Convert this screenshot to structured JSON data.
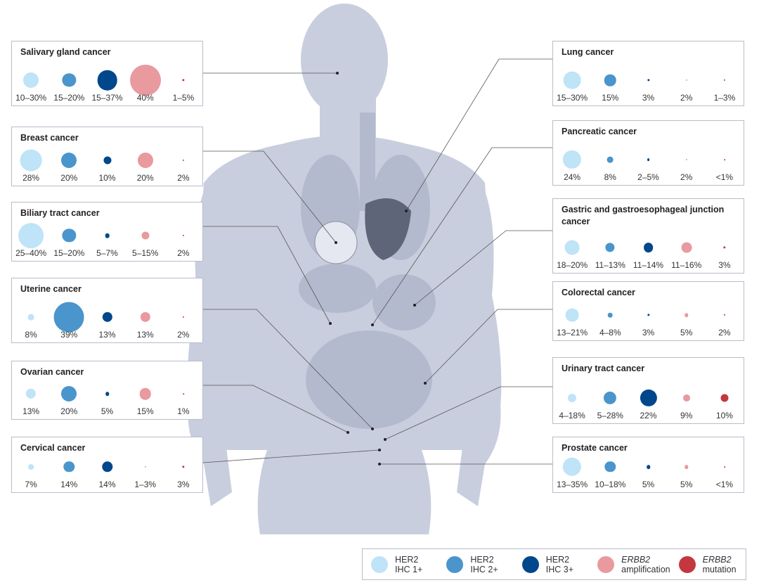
{
  "colors": {
    "ihc1": "#bfe3f7",
    "ihc2": "#4a95cc",
    "ihc3": "#00478c",
    "amp": "#e89a9e",
    "mut": "#c4373e",
    "body": "#c9cede",
    "border": "#b9bccb"
  },
  "left": [
    {
      "title": "Salivary gland cancer",
      "values": [
        "10–30%",
        "15–20%",
        "15–37%",
        "40%",
        "1–5%"
      ]
    },
    {
      "title": "Breast cancer",
      "values": [
        "28%",
        "20%",
        "10%",
        "20%",
        "2%"
      ]
    },
    {
      "title": "Biliary tract cancer",
      "values": [
        "25–40%",
        "15–20%",
        "5–7%",
        "5–15%",
        "2%"
      ]
    },
    {
      "title": "Uterine cancer",
      "values": [
        "8%",
        "39%",
        "13%",
        "13%",
        "2%"
      ]
    },
    {
      "title": "Ovarian cancer",
      "values": [
        "13%",
        "20%",
        "5%",
        "15%",
        "1%"
      ]
    },
    {
      "title": "Cervical cancer",
      "values": [
        "7%",
        "14%",
        "14%",
        "1–3%",
        "3%"
      ]
    }
  ],
  "right": [
    {
      "title": "Lung cancer",
      "values": [
        "15–30%",
        "15%",
        "3%",
        "2%",
        "1–3%"
      ]
    },
    {
      "title": "Pancreatic cancer",
      "values": [
        "24%",
        "8%",
        "2–5%",
        "2%",
        "<1%"
      ]
    },
    {
      "title": "Gastric and gastroesophageal junction cancer",
      "values": [
        "18–20%",
        "11–13%",
        "11–14%",
        "11–16%",
        "3%"
      ]
    },
    {
      "title": "Colorectal cancer",
      "values": [
        "13–21%",
        "4–8%",
        "3%",
        "5%",
        "2%"
      ]
    },
    {
      "title": "Urinary tract cancer",
      "values": [
        "4–18%",
        "5–28%",
        "22%",
        "9%",
        "10%"
      ]
    },
    {
      "title": "Prostate cancer",
      "values": [
        "13–35%",
        "10–18%",
        "5%",
        "5%",
        "<1%"
      ]
    }
  ],
  "legend": [
    {
      "line1": "HER2",
      "line2": "IHC 1+"
    },
    {
      "line1": "HER2",
      "line2": "IHC 2+"
    },
    {
      "line1": "HER2",
      "line2": "IHC 3+"
    },
    {
      "line1": "ERBB2",
      "line2": "amplification"
    },
    {
      "line1": "ERBB2",
      "line2": "mutation"
    }
  ]
}
